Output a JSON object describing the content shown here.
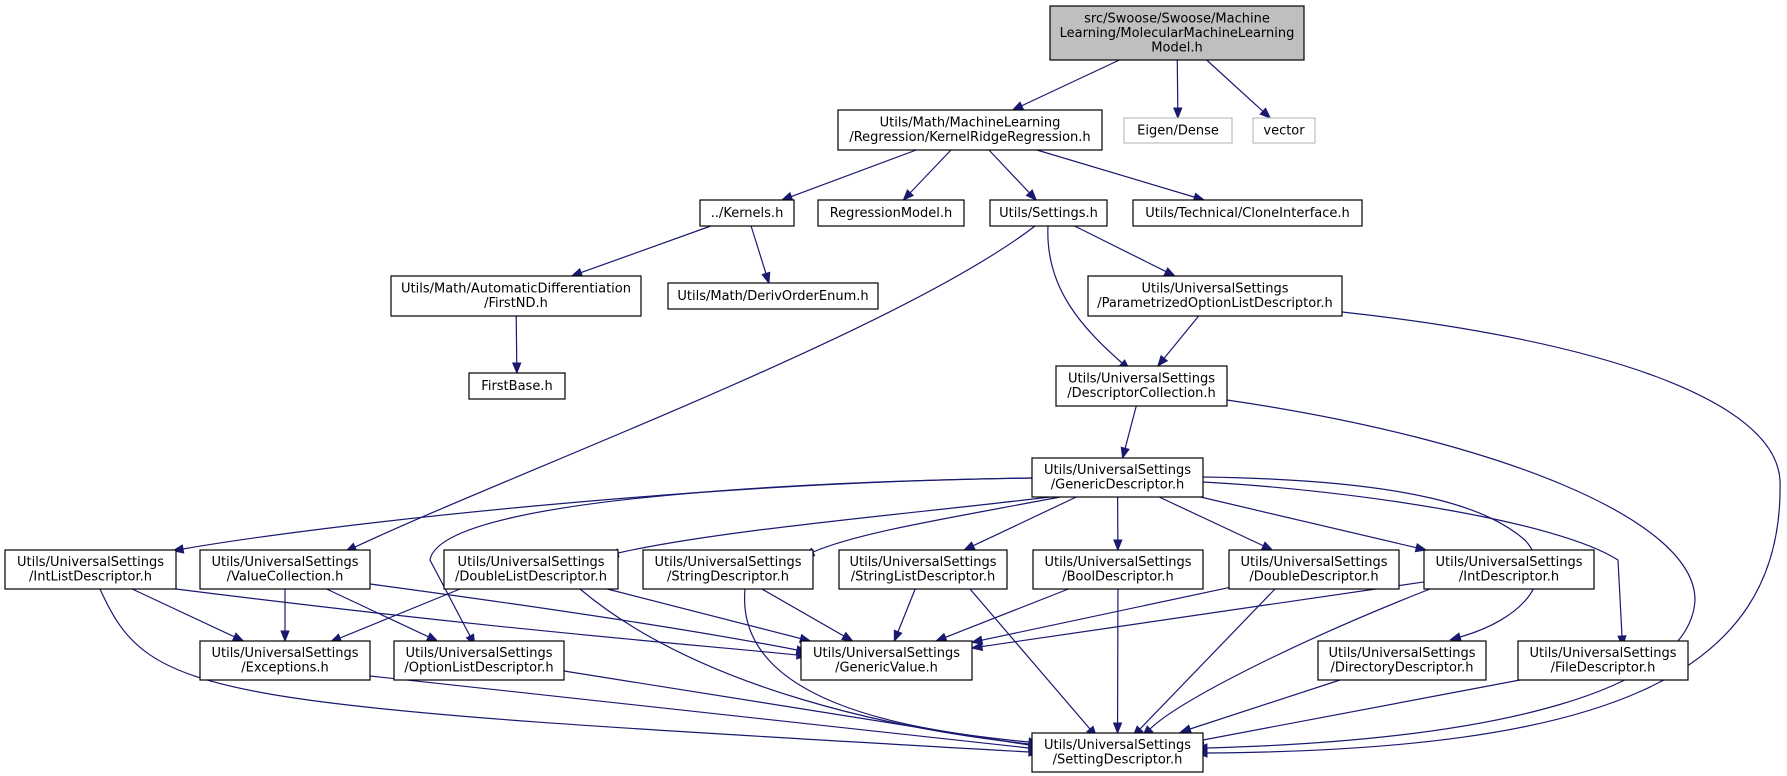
{
  "nodes": [
    {
      "id": "root",
      "lines": [
        "src/Swoose/Swoose/Machine",
        "Learning/MolecularMachineLearning",
        "Model.h"
      ],
      "kind": "root"
    },
    {
      "id": "krr",
      "lines": [
        "Utils/Math/MachineLearning",
        "/Regression/KernelRidgeRegression.h"
      ],
      "kind": "file"
    },
    {
      "id": "eigen",
      "lines": [
        "Eigen/Dense"
      ],
      "kind": "external"
    },
    {
      "id": "vector",
      "lines": [
        "vector"
      ],
      "kind": "external"
    },
    {
      "id": "kernels",
      "lines": [
        "../Kernels.h"
      ],
      "kind": "file"
    },
    {
      "id": "regmodel",
      "lines": [
        "RegressionModel.h"
      ],
      "kind": "file"
    },
    {
      "id": "settings",
      "lines": [
        "Utils/Settings.h"
      ],
      "kind": "file"
    },
    {
      "id": "clone",
      "lines": [
        "Utils/Technical/CloneInterface.h"
      ],
      "kind": "file"
    },
    {
      "id": "firstnd",
      "lines": [
        "Utils/Math/AutomaticDifferentiation",
        "/FirstND.h"
      ],
      "kind": "file"
    },
    {
      "id": "derivorder",
      "lines": [
        "Utils/Math/DerivOrderEnum.h"
      ],
      "kind": "file"
    },
    {
      "id": "paramopt",
      "lines": [
        "Utils/UniversalSettings",
        "/ParametrizedOptionListDescriptor.h"
      ],
      "kind": "file"
    },
    {
      "id": "firstbase",
      "lines": [
        "FirstBase.h"
      ],
      "kind": "file"
    },
    {
      "id": "desccoll",
      "lines": [
        "Utils/UniversalSettings",
        "/DescriptorCollection.h"
      ],
      "kind": "file"
    },
    {
      "id": "generic",
      "lines": [
        "Utils/UniversalSettings",
        "/GenericDescriptor.h"
      ],
      "kind": "file"
    },
    {
      "id": "intlist",
      "lines": [
        "Utils/UniversalSettings",
        "/IntListDescriptor.h"
      ],
      "kind": "file"
    },
    {
      "id": "valuecoll",
      "lines": [
        "Utils/UniversalSettings",
        "/ValueCollection.h"
      ],
      "kind": "file"
    },
    {
      "id": "doublelist",
      "lines": [
        "Utils/UniversalSettings",
        "/DoubleListDescriptor.h"
      ],
      "kind": "file"
    },
    {
      "id": "string",
      "lines": [
        "Utils/UniversalSettings",
        "/StringDescriptor.h"
      ],
      "kind": "file"
    },
    {
      "id": "stringlist",
      "lines": [
        "Utils/UniversalSettings",
        "/StringListDescriptor.h"
      ],
      "kind": "file"
    },
    {
      "id": "bool",
      "lines": [
        "Utils/UniversalSettings",
        "/BoolDescriptor.h"
      ],
      "kind": "file"
    },
    {
      "id": "double",
      "lines": [
        "Utils/UniversalSettings",
        "/DoubleDescriptor.h"
      ],
      "kind": "file"
    },
    {
      "id": "int",
      "lines": [
        "Utils/UniversalSettings",
        "/IntDescriptor.h"
      ],
      "kind": "file"
    },
    {
      "id": "exceptions",
      "lines": [
        "Utils/UniversalSettings",
        "/Exceptions.h"
      ],
      "kind": "file"
    },
    {
      "id": "optlist",
      "lines": [
        "Utils/UniversalSettings",
        "/OptionListDescriptor.h"
      ],
      "kind": "file"
    },
    {
      "id": "genvalue",
      "lines": [
        "Utils/UniversalSettings",
        "/GenericValue.h"
      ],
      "kind": "file"
    },
    {
      "id": "directory",
      "lines": [
        "Utils/UniversalSettings",
        "/DirectoryDescriptor.h"
      ],
      "kind": "file"
    },
    {
      "id": "file",
      "lines": [
        "Utils/UniversalSettings",
        "/FileDescriptor.h"
      ],
      "kind": "file"
    },
    {
      "id": "settingdesc",
      "lines": [
        "Utils/UniversalSettings",
        "/SettingDescriptor.h"
      ],
      "kind": "file"
    }
  ],
  "edges": [
    {
      "from": "root",
      "to": "krr"
    },
    {
      "from": "root",
      "to": "eigen"
    },
    {
      "from": "root",
      "to": "vector"
    },
    {
      "from": "krr",
      "to": "kernels"
    },
    {
      "from": "krr",
      "to": "regmodel"
    },
    {
      "from": "krr",
      "to": "settings"
    },
    {
      "from": "krr",
      "to": "clone"
    },
    {
      "from": "kernels",
      "to": "firstnd"
    },
    {
      "from": "kernels",
      "to": "derivorder"
    },
    {
      "from": "firstnd",
      "to": "firstbase"
    },
    {
      "from": "settings",
      "to": "valuecoll"
    },
    {
      "from": "settings",
      "to": "desccoll"
    },
    {
      "from": "settings",
      "to": "paramopt"
    },
    {
      "from": "paramopt",
      "to": "desccoll"
    },
    {
      "from": "paramopt",
      "to": "settingdesc"
    },
    {
      "from": "desccoll",
      "to": "generic"
    },
    {
      "from": "desccoll",
      "to": "settingdesc"
    },
    {
      "from": "generic",
      "to": "intlist"
    },
    {
      "from": "generic",
      "to": "optlist"
    },
    {
      "from": "generic",
      "to": "doublelist"
    },
    {
      "from": "generic",
      "to": "string"
    },
    {
      "from": "generic",
      "to": "stringlist"
    },
    {
      "from": "generic",
      "to": "bool"
    },
    {
      "from": "generic",
      "to": "double"
    },
    {
      "from": "generic",
      "to": "int"
    },
    {
      "from": "generic",
      "to": "directory"
    },
    {
      "from": "generic",
      "to": "file"
    },
    {
      "from": "intlist",
      "to": "exceptions"
    },
    {
      "from": "intlist",
      "to": "genvalue"
    },
    {
      "from": "intlist",
      "to": "settingdesc"
    },
    {
      "from": "valuecoll",
      "to": "exceptions"
    },
    {
      "from": "valuecoll",
      "to": "optlist"
    },
    {
      "from": "valuecoll",
      "to": "genvalue"
    },
    {
      "from": "doublelist",
      "to": "exceptions"
    },
    {
      "from": "doublelist",
      "to": "genvalue"
    },
    {
      "from": "doublelist",
      "to": "settingdesc"
    },
    {
      "from": "string",
      "to": "genvalue"
    },
    {
      "from": "string",
      "to": "settingdesc"
    },
    {
      "from": "stringlist",
      "to": "genvalue"
    },
    {
      "from": "stringlist",
      "to": "settingdesc"
    },
    {
      "from": "bool",
      "to": "genvalue"
    },
    {
      "from": "bool",
      "to": "settingdesc"
    },
    {
      "from": "double",
      "to": "genvalue"
    },
    {
      "from": "double",
      "to": "settingdesc"
    },
    {
      "from": "int",
      "to": "genvalue"
    },
    {
      "from": "int",
      "to": "settingdesc"
    },
    {
      "from": "exceptions",
      "to": "settingdesc"
    },
    {
      "from": "optlist",
      "to": "settingdesc"
    },
    {
      "from": "directory",
      "to": "settingdesc"
    },
    {
      "from": "file",
      "to": "settingdesc"
    }
  ]
}
